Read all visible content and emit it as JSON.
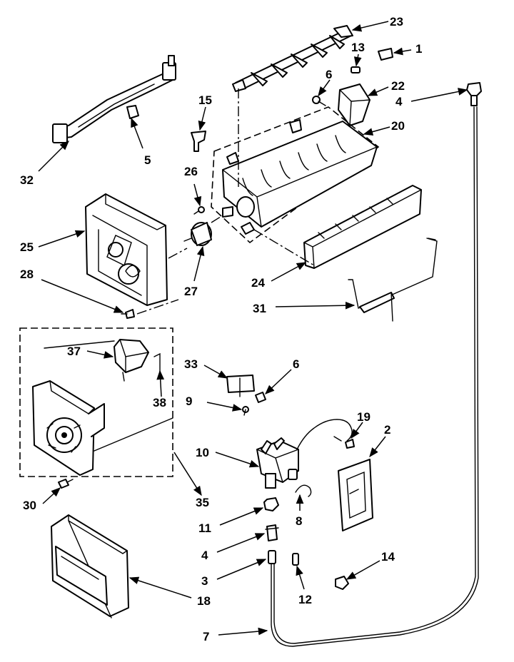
{
  "callouts": {
    "c1": "1",
    "c2": "2",
    "c3": "3",
    "c4a": "4",
    "c4b": "4",
    "c5": "5",
    "c6a": "6",
    "c6b": "6",
    "c7": "7",
    "c8": "8",
    "c9": "9",
    "c10": "10",
    "c11": "11",
    "c12": "12",
    "c13": "13",
    "c14": "14",
    "c15": "15",
    "c18": "18",
    "c19": "19",
    "c20": "20",
    "c22": "22",
    "c23": "23",
    "c24": "24",
    "c25": "25",
    "c26": "26",
    "c27": "27",
    "c28": "28",
    "c30": "30",
    "c31": "31",
    "c32": "32",
    "c33": "33",
    "c35": "35",
    "c37": "37",
    "c38": "38"
  }
}
